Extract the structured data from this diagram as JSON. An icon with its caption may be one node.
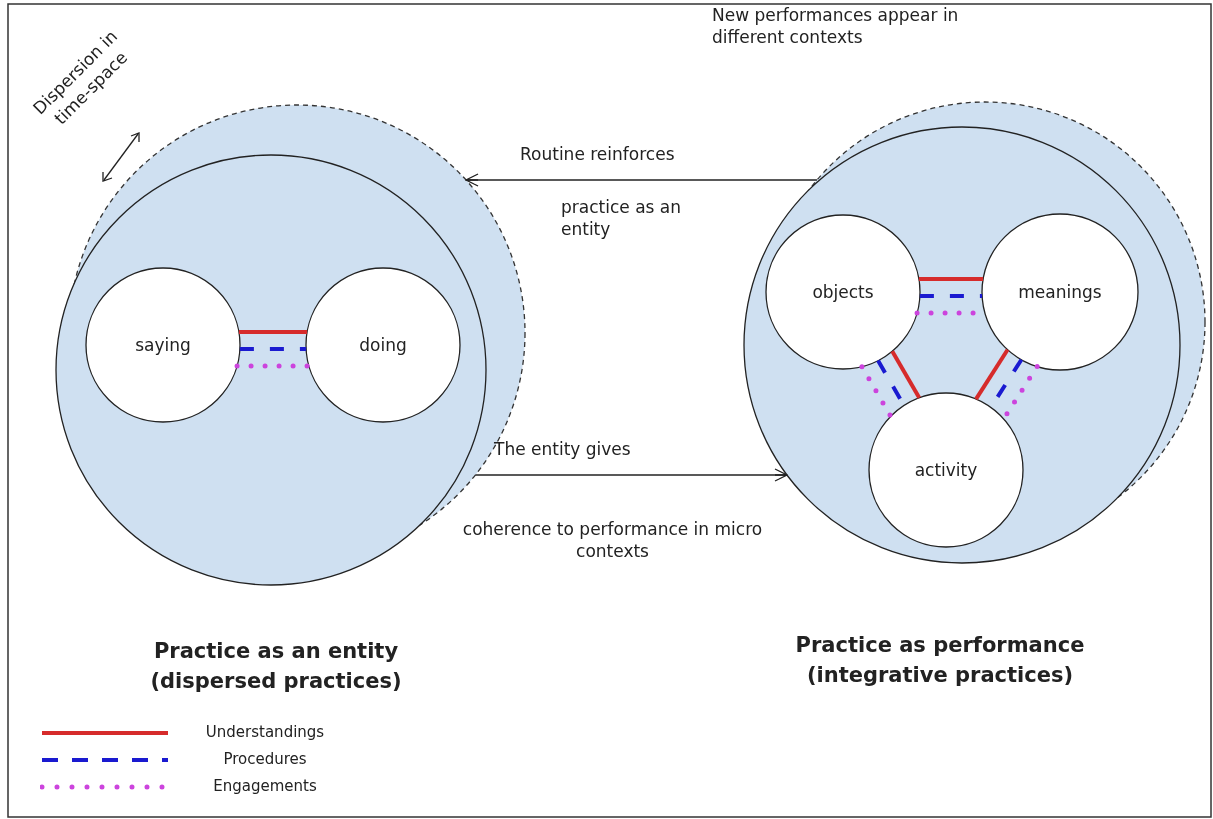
{
  "diagram": {
    "nodes": [
      {
        "text": [],
        "shape": "circle"
      },
      {
        "text": [
          "saying"
        ],
        "in": 0
      },
      {
        "text": [
          "doing"
        ],
        "in": 0
      },
      {
        "text": [],
        "shape": "circle"
      },
      {
        "text": [
          "objects"
        ],
        "in": 3
      },
      {
        "text": [
          "meanings"
        ],
        "in": 3
      },
      {
        "text": [
          "activity"
        ],
        "in": 3
      }
    ],
    "edges": [
      {
        "from": 3,
        "to": 0,
        "arrow": "to",
        "label": "Routine reinforces",
        "color": "#222222"
      },
      {
        "from": 0,
        "to": 3,
        "arrow": "to",
        "label": "The entity gives",
        "color": "#222222"
      },
      {
        "from": 1,
        "to": 2,
        "arrow": "none",
        "color": "#d62b2b"
      },
      {
        "from": 1,
        "to": 2,
        "arrow": "none",
        "style": "dashed",
        "color": "#1a1ad0"
      },
      {
        "from": 1,
        "to": 2,
        "arrow": "none",
        "style": "dashed",
        "color": "#cc44dd"
      },
      {
        "from": 4,
        "to": 5,
        "arrow": "none",
        "color": "#d62b2b"
      },
      {
        "from": 4,
        "to": 5,
        "arrow": "none",
        "style": "dashed",
        "color": "#1a1ad0"
      },
      {
        "from": 4,
        "to": 5,
        "arrow": "none",
        "style": "dashed",
        "color": "#cc44dd"
      },
      {
        "from": 4,
        "to": 6,
        "arrow": "none",
        "color": "#d62b2b"
      },
      {
        "from": 4,
        "to": 6,
        "arrow": "none",
        "style": "dashed",
        "color": "#1a1ad0"
      },
      {
        "from": 4,
        "to": 6,
        "arrow": "none",
        "style": "dashed",
        "color": "#cc44dd"
      },
      {
        "from": 5,
        "to": 6,
        "arrow": "none",
        "color": "#d62b2b"
      },
      {
        "from": 5,
        "to": 6,
        "arrow": "none",
        "style": "dashed",
        "color": "#1a1ad0"
      },
      {
        "from": 5,
        "to": 6,
        "arrow": "none",
        "style": "dashed",
        "color": "#cc44dd"
      }
    ],
    "labels": [
      "New performances appear in different contexts",
      "Dispersion in time-space",
      "practice as an entity",
      "coherence to performance in micro contexts",
      "Practice as an entity (dispersed practices)",
      "Practice as performance (integrative practices)"
    ],
    "legend": [
      {
        "text": "Understandings"
      },
      {
        "text": "Procedures"
      },
      {
        "text": "Engagements"
      }
    ]
  }
}
